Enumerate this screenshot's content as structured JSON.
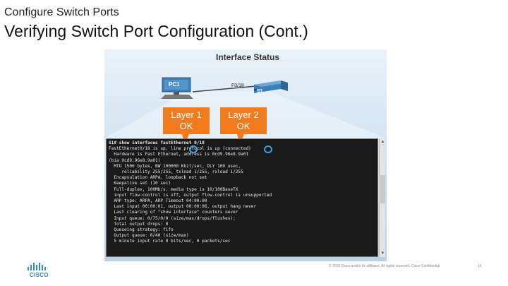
{
  "slide": {
    "subtitle": "Configure Switch Ports",
    "title": "Verifying Switch Port Configuration (Cont.)",
    "footer": "© 2016 Cisco and/or its affiliates. All rights reserved. Cisco Confidential",
    "page_number": "16",
    "logo_text": "CISCO"
  },
  "figure": {
    "header": "Interface Status",
    "pc_label": "PC1",
    "port_label": "F0/18",
    "switch_label": "S1",
    "callout_layer1": {
      "line1": "Layer 1",
      "line2": "OK"
    },
    "callout_layer2": {
      "line1": "Layer 2",
      "line2": "OK"
    },
    "accent_color": "#f07a1e",
    "highlight_color": "#3aa0e8"
  },
  "terminal": {
    "lines": [
      {
        "text": "S1# show interfaces fastEthernet 0/18",
        "bold": true
      },
      {
        "text": "FastEthernet0/18 is up, line protocol is up (connected)",
        "bold": false
      },
      {
        "text": "  Hardware is Fast Ethernet, address is 0cd9.96e8.9a01",
        "bold": false
      },
      {
        "text": "(bia 0cd9.96e8.9a01)",
        "bold": false
      },
      {
        "text": "  MTU 1500 bytes, BW 100000 Kbit/sec, DLY 100 usec,",
        "bold": false
      },
      {
        "text": "     reliability 255/255, txload 1/255, rxload 1/255",
        "bold": false
      },
      {
        "text": "  Encapsulation ARPA, loopback not set",
        "bold": false
      },
      {
        "text": "  Keepalive set (10 sec)",
        "bold": false
      },
      {
        "text": "  Full-duplex, 100Mb/s, media type is 10/100BaseTX",
        "bold": false
      },
      {
        "text": "  input flow-control is off, output flow-control is unsupported",
        "bold": false
      },
      {
        "text": "  ARP type: ARPA, ARP Timeout 04:00:00",
        "bold": false
      },
      {
        "text": "  Last input 00:00:01, output 00:00:06, output hang never",
        "bold": false
      },
      {
        "text": "  Last clearing of \"show interface\" counters never",
        "bold": false
      },
      {
        "text": "  Input queue: 0/75/0/0 (size/max/drops/flushes);",
        "bold": false
      },
      {
        "text": "  Total output drops: 0",
        "bold": false
      },
      {
        "text": "  Queueing strategy: fifo",
        "bold": false
      },
      {
        "text": "  Output queue: 0/40 (size/max)",
        "bold": false
      },
      {
        "text": "  5 minute input rate 0 bits/sec, 0 packets/sec",
        "bold": false
      }
    ]
  }
}
